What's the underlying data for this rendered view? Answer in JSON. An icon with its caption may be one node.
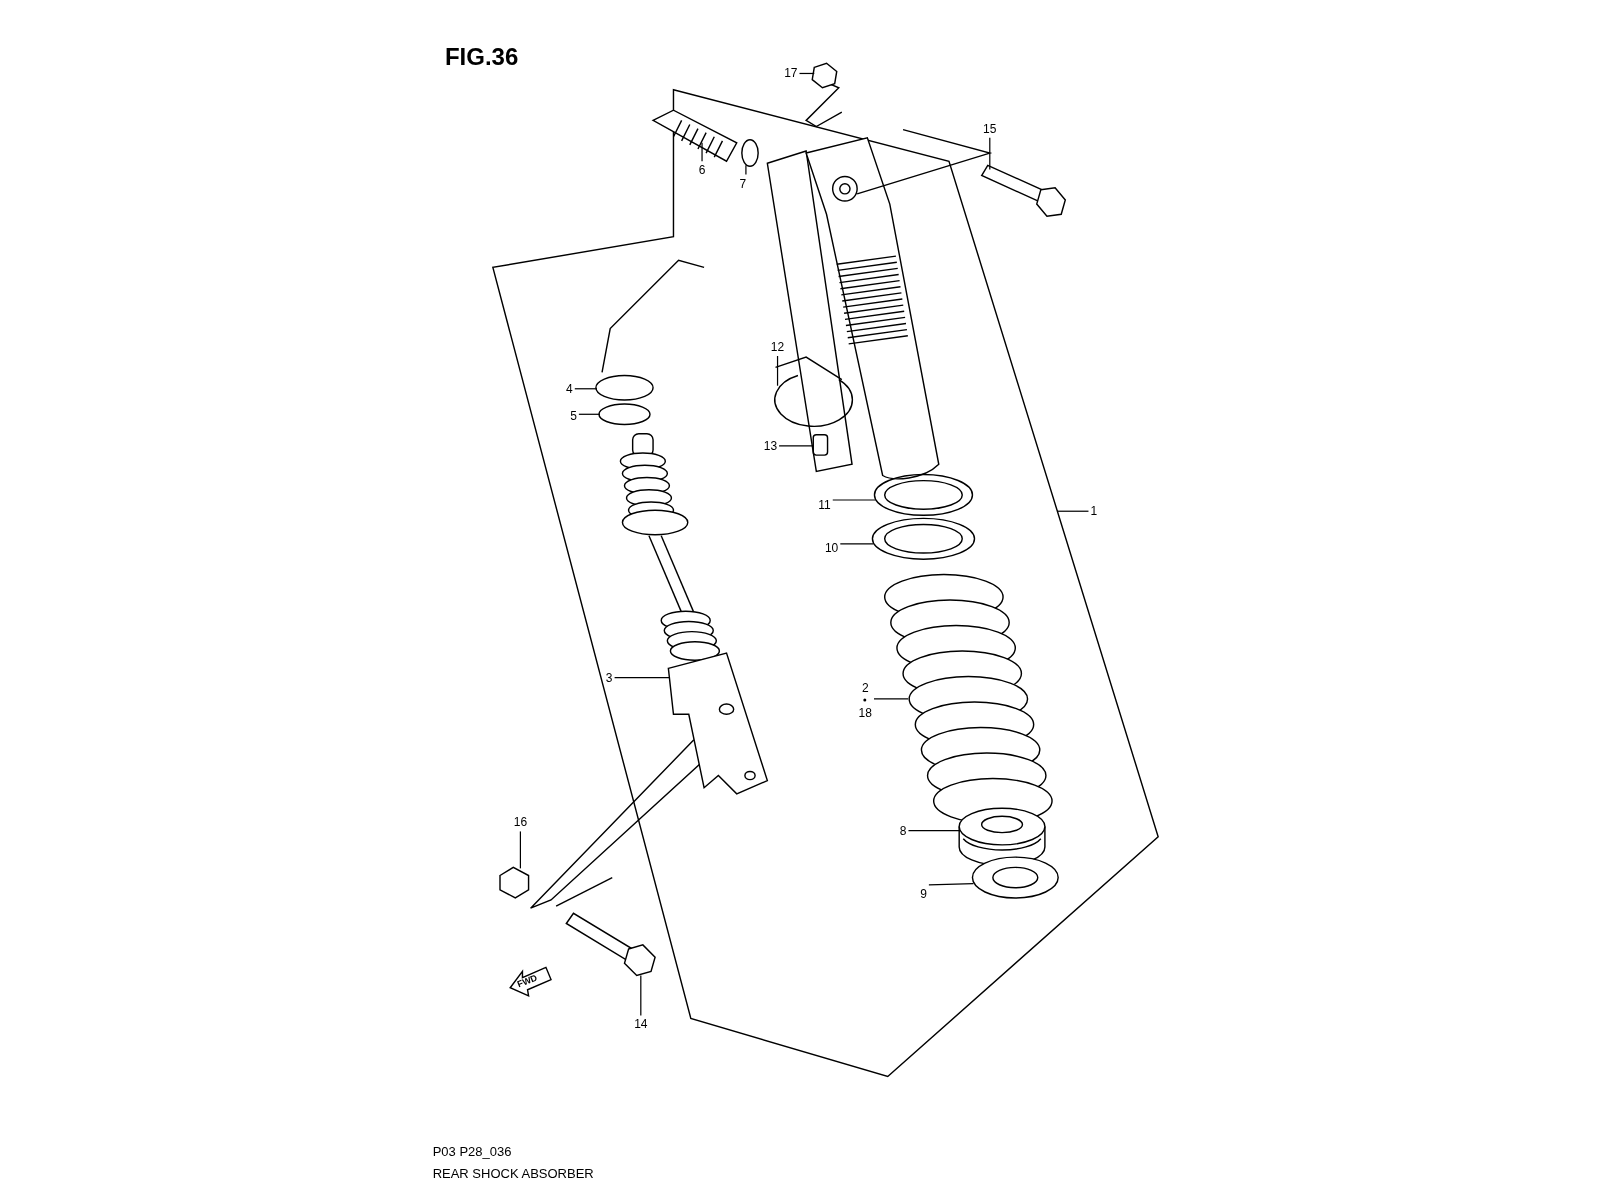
{
  "diagram": {
    "title": "FIG.36",
    "caption": "REAR SHOCK ABSORBER",
    "nodes": [
      {
        "text": [
          "17"
        ]
      },
      {
        "text": [
          "15"
        ]
      },
      {
        "text": [
          "6"
        ]
      },
      {
        "text": [
          "7"
        ]
      },
      {
        "text": [
          "12"
        ]
      },
      {
        "text": [
          "4"
        ]
      },
      {
        "text": [
          "5"
        ]
      },
      {
        "text": [
          "13"
        ]
      },
      {
        "text": [
          "11"
        ]
      },
      {
        "text": [
          "1"
        ]
      },
      {
        "text": [
          "10"
        ]
      },
      {
        "text": [
          "3"
        ]
      },
      {
        "text": [
          "2",
          "18"
        ]
      },
      {
        "text": [
          "8"
        ]
      },
      {
        "text": [
          "9"
        ]
      },
      {
        "text": [
          "16"
        ]
      },
      {
        "text": [
          "14"
        ]
      },
      {
        "text": [],
        "shape": "picture"
      },
      {
        "text": [],
        "shape": "circle"
      },
      {
        "text": [],
        "shape": "box"
      },
      {
        "text": [],
        "shape": "picture"
      },
      {
        "text": [],
        "shape": "picture"
      },
      {
        "text": [],
        "shape": "picture"
      },
      {
        "text": [],
        "shape": "picture"
      },
      {
        "text": [],
        "shape": "picture"
      },
      {
        "text": [],
        "shape": "circle"
      },
      {
        "text": [],
        "shape": "circle"
      },
      {
        "text": [],
        "shape": "picture"
      },
      {
        "text": [],
        "shape": "picture"
      },
      {
        "text": [],
        "shape": "picture"
      },
      {
        "text": [],
        "shape": "picture"
      },
      {
        "text": [],
        "shape": "picture"
      },
      {
        "text": [],
        "shape": "picture"
      }
    ],
    "edges": [
      {
        "from": 0,
        "to": 17,
        "arrow": "none"
      },
      {
        "from": 1,
        "to": 22,
        "arrow": "none"
      },
      {
        "from": 2,
        "to": 23,
        "arrow": "none"
      },
      {
        "from": 3,
        "to": 18,
        "arrow": "none"
      },
      {
        "from": 4,
        "to": 24,
        "arrow": "none"
      },
      {
        "from": 5,
        "to": 25,
        "arrow": "none"
      },
      {
        "from": 6,
        "to": 26,
        "arrow": "none"
      },
      {
        "from": 7,
        "to": 19,
        "arrow": "none"
      },
      {
        "from": 8,
        "to": 27,
        "arrow": "none"
      },
      {
        "from": 9,
        "to": null,
        "arrow": "none"
      },
      {
        "from": 10,
        "to": 28,
        "arrow": "none"
      },
      {
        "from": 11,
        "to": 29,
        "arrow": "none"
      },
      {
        "from": 12,
        "to": 30,
        "arrow": "none"
      },
      {
        "from": 13,
        "to": 31,
        "arrow": "none"
      },
      {
        "from": 14,
        "to": 32,
        "arrow": "none"
      },
      {
        "from": 15,
        "to": 20,
        "arrow": "none"
      },
      {
        "from": 16,
        "to": 21,
        "arrow": "none"
      }
    ],
    "labels": [
      "FWD",
      "P03 P28_036"
    ]
  }
}
